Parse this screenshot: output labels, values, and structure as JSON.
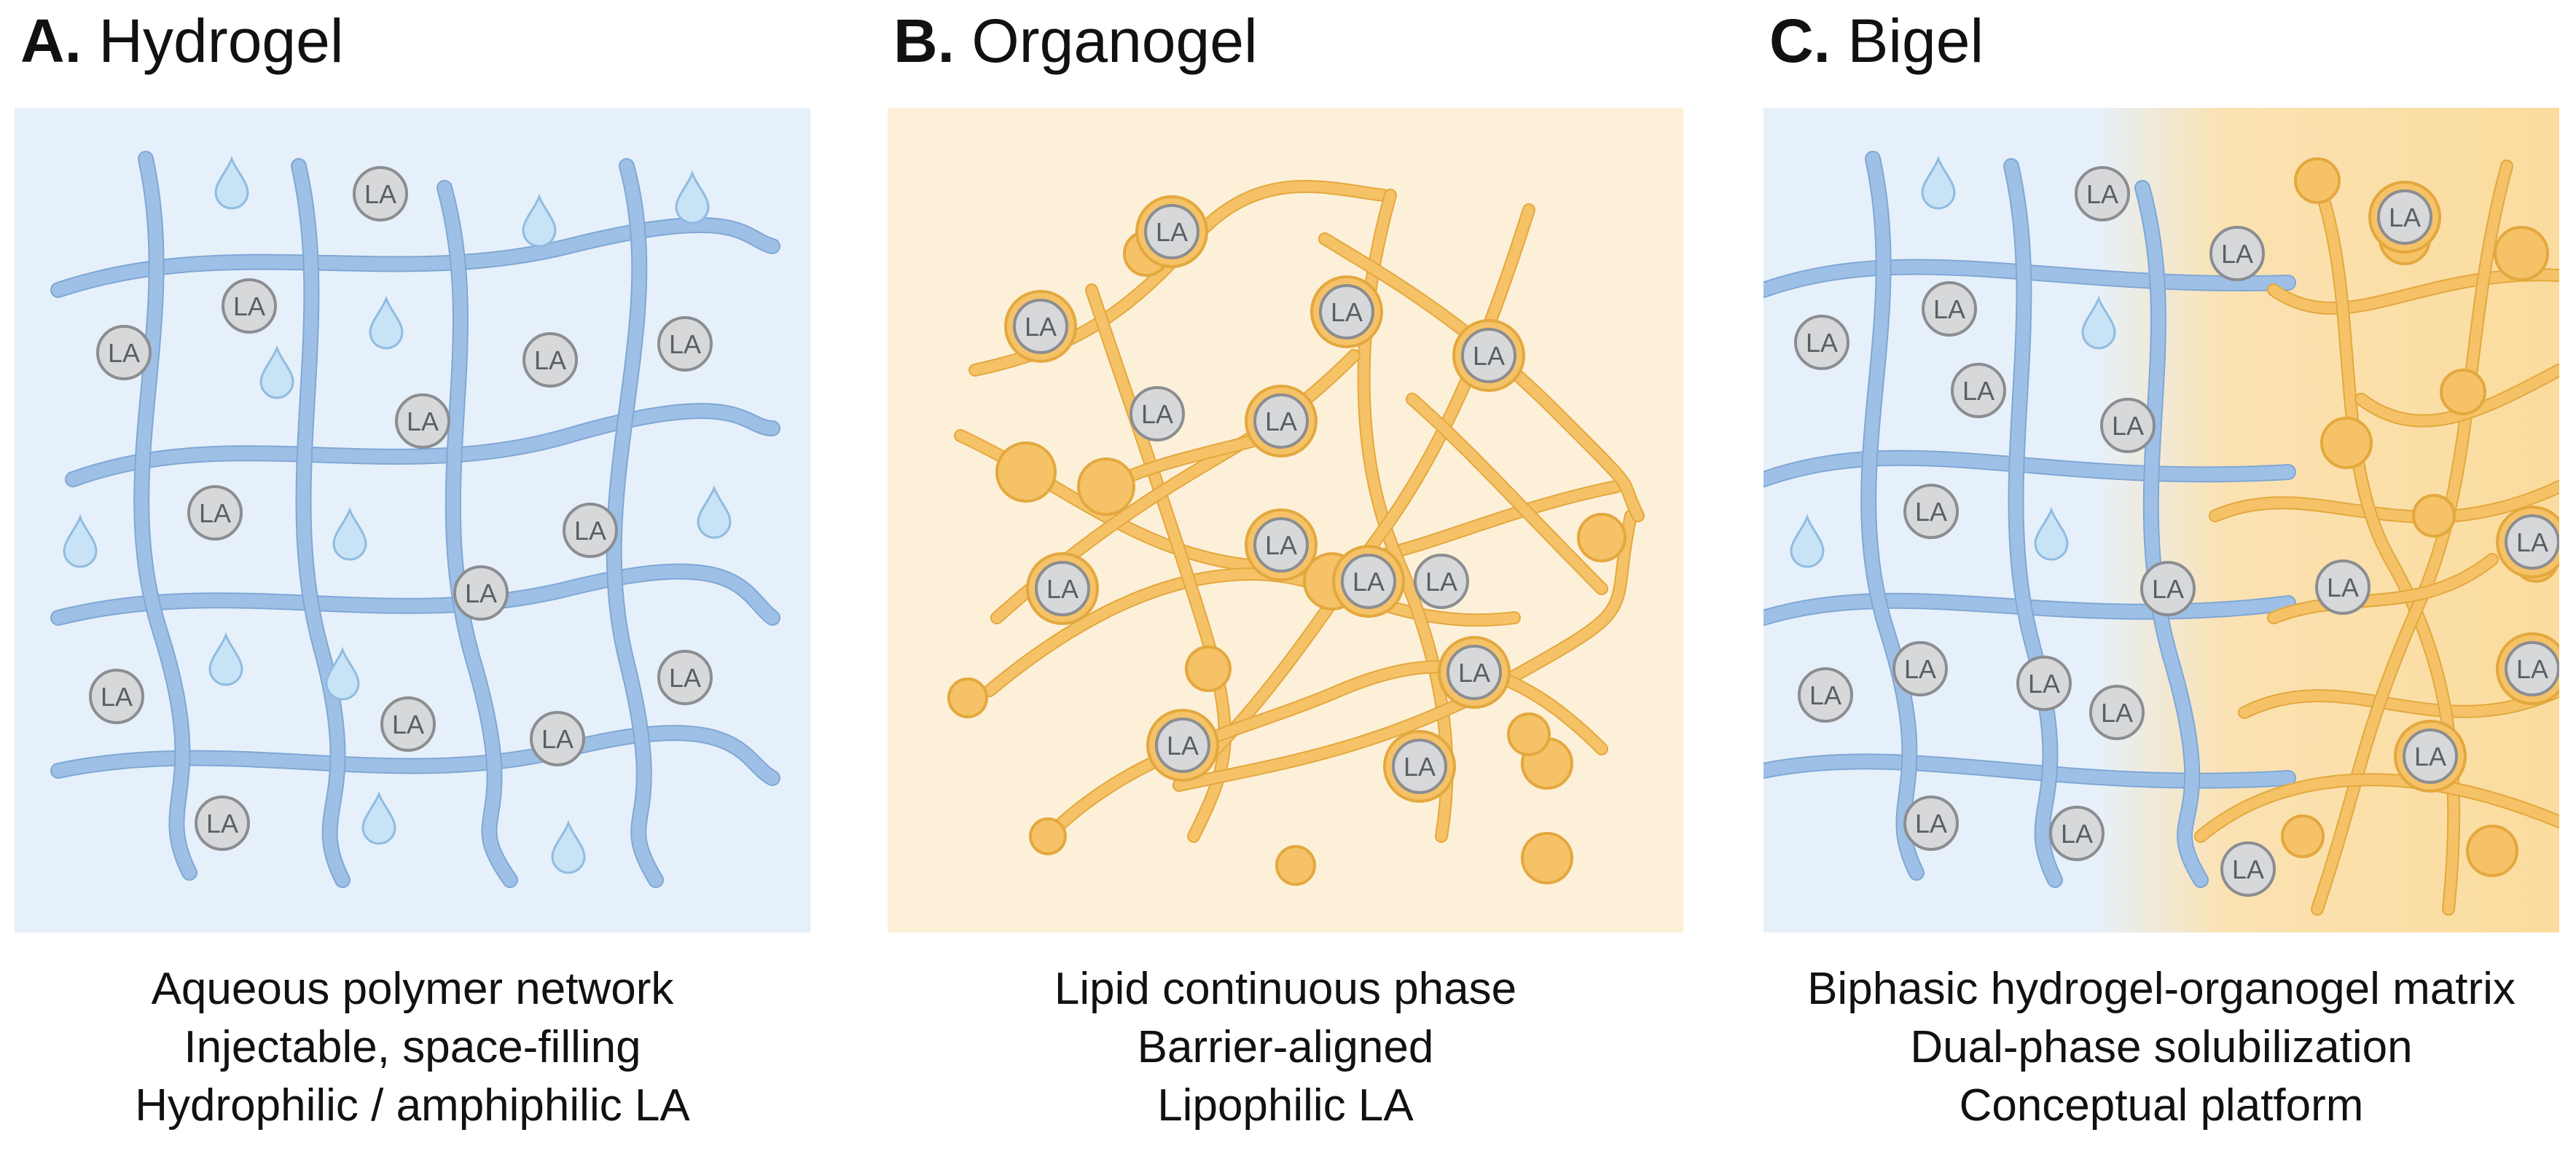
{
  "colors": {
    "hydrogel_bg": "#e6f0fa",
    "hydrogel_fiber": "#9ec0e6",
    "hydrogel_fiber_edge": "#7fa7d6",
    "droplet": "#c8e2f6",
    "organogel_bg": "#fdf0d8",
    "organogel_fiber": "#f5c267",
    "organogel_fiber_edge": "#e3a83e",
    "la_fill": "#d7d8da",
    "la_stroke": "#8b8d91"
  },
  "panels": [
    {
      "letter": "A.",
      "name": "Hydrogel",
      "la_label": "LA",
      "captions": [
        "Aqueous polymer network",
        "Injectable, space-filling",
        "Hydrophilic / amphiphilic LA"
      ]
    },
    {
      "letter": "B.",
      "name": "Organogel",
      "la_label": "LA",
      "captions": [
        "Lipid continuous phase",
        "Barrier-aligned",
        "Lipophilic LA"
      ]
    },
    {
      "letter": "C.",
      "name": "Bigel",
      "la_label": "LA",
      "captions": [
        "Biphasic hydrogel-organogel matrix",
        "Dual-phase solubilization",
        "Conceptual platform"
      ]
    }
  ]
}
